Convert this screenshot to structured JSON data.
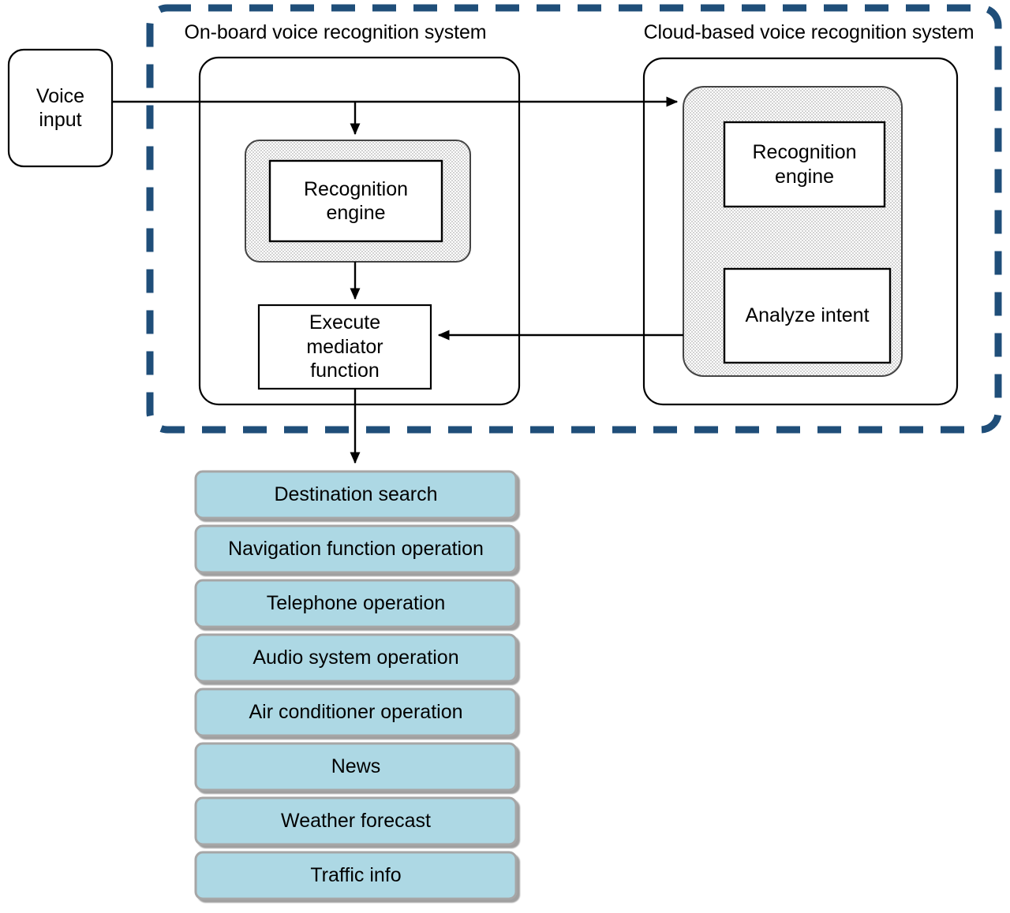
{
  "diagram": {
    "title_onboard": "On-board voice recognition system",
    "title_cloud": "Cloud-based voice recognition system",
    "voice_input": "Voice\ninput",
    "onboard": {
      "recognition_engine": "Recognition\nengine",
      "execute_mediator": "Execute\nmediator\nfunction"
    },
    "cloud": {
      "recognition_engine": "Recognition\nengine",
      "analyze_intent": "Analyze intent"
    },
    "functions": [
      "Destination search",
      "Navigation function operation",
      "Telephone operation",
      "Audio system operation",
      "Air conditioner operation",
      "News",
      "Weather forecast",
      "Traffic info"
    ],
    "colors": {
      "dashed_boundary": "#1F4E79",
      "chip_fill": "#ADD8E4",
      "chip_border": "#A6A6A6",
      "chip_shadow": "#9E9E9E",
      "node_stroke": "#000000",
      "hatch_fill": "#E8E8E8"
    }
  }
}
